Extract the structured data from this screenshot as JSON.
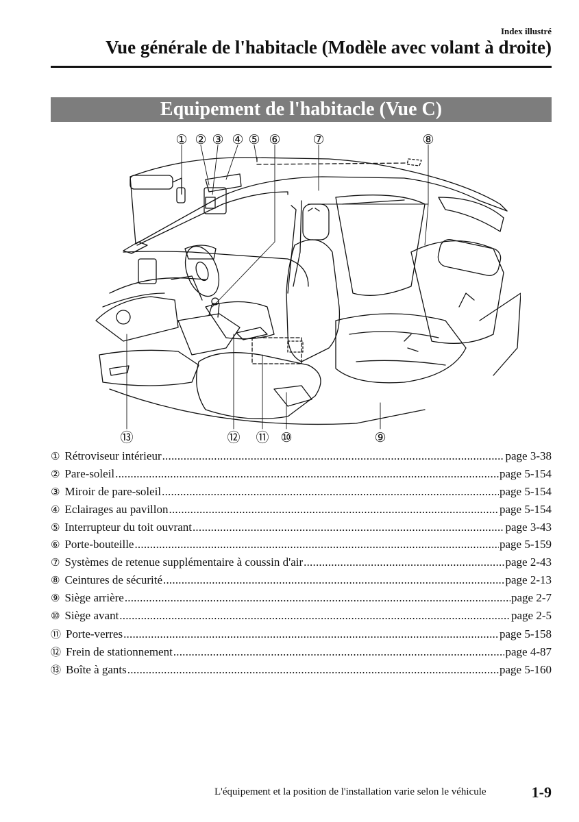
{
  "header": {
    "section": "Index illustré",
    "title": "Vue générale de l'habitacle (Modèle avec volant à droite)"
  },
  "banner": {
    "title": "Equipement de l'habitacle (Vue C)"
  },
  "diagram": {
    "top_callouts": [
      "①",
      "②",
      "③",
      "④",
      "⑤",
      "⑥",
      "⑦",
      "⑧"
    ],
    "bottom_callouts": [
      "⑬",
      "⑫",
      "⑪",
      "⑩",
      "⑨"
    ]
  },
  "legend": [
    {
      "num": "①",
      "label": "Rétroviseur intérieur",
      "page": "page 3-38"
    },
    {
      "num": "②",
      "label": "Pare-soleil",
      "page": "page 5-154"
    },
    {
      "num": "③",
      "label": "Miroir de pare-soleil",
      "page": "page 5-154"
    },
    {
      "num": "④",
      "label": "Eclairages au pavillon",
      "page": "page 5-154"
    },
    {
      "num": "⑤",
      "label": "Interrupteur du toit ouvrant",
      "page": "page 3-43"
    },
    {
      "num": "⑥",
      "label": "Porte-bouteille",
      "page": "page 5-159"
    },
    {
      "num": "⑦",
      "label": "Systèmes de retenue supplémentaire à coussin d'air",
      "page": "page 2-43"
    },
    {
      "num": "⑧",
      "label": "Ceintures de sécurité",
      "page": "page 2-13"
    },
    {
      "num": "⑨",
      "label": "Siège arrière",
      "page": "page 2-7"
    },
    {
      "num": "⑩",
      "label": "Siège avant",
      "page": "page 2-5"
    },
    {
      "num": "⑪",
      "label": "Porte-verres",
      "page": "page 5-158"
    },
    {
      "num": "⑫",
      "label": "Frein de stationnement",
      "page": "page 4-87"
    },
    {
      "num": "⑬",
      "label": "Boîte à gants",
      "page": "page 5-160"
    }
  ],
  "footer": {
    "note": "L'équipement et la position de l'installation varie selon le véhicule",
    "page_number": "1-9"
  }
}
